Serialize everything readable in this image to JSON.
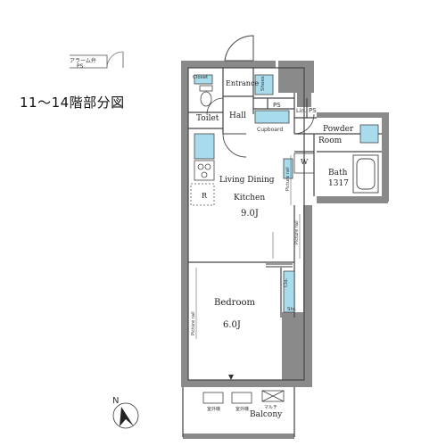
{
  "floor_label": "11〜14階部分図",
  "rooms": {
    "closet": "Closet",
    "entrance": "Entrance",
    "shoes": "Shoes",
    "toilet": "Toilet",
    "hall": "Hall",
    "ps1": "PS",
    "ps2": "PS",
    "lin": "Lin.",
    "cupboard": "Cupboard",
    "powder_1": "Powder",
    "powder_2": "Room",
    "washer": "W",
    "bath": "Bath",
    "bath_size": "1317",
    "ldk_1": "Living Dining",
    "ldk_2": "Kitchen",
    "ldk_size": "9.0J",
    "fridge": "R",
    "bedroom": "Bedroom",
    "bedroom_size": "6.0J",
    "clo": "Clo.",
    "sto": "Sto.",
    "balcony": "Balcony",
    "picture_rail": "Picture rail",
    "unit_1": "室外機",
    "unit_2": "室外機",
    "multi": "マルチ"
  },
  "keyplan": {
    "alarm": "アラーム弁",
    "ps": "PS"
  },
  "compass": {
    "north": "N"
  },
  "colors": {
    "wall": "#777777",
    "fixture": "#9fd8ea",
    "line": "#333333",
    "shade": "#aaaaaa"
  }
}
